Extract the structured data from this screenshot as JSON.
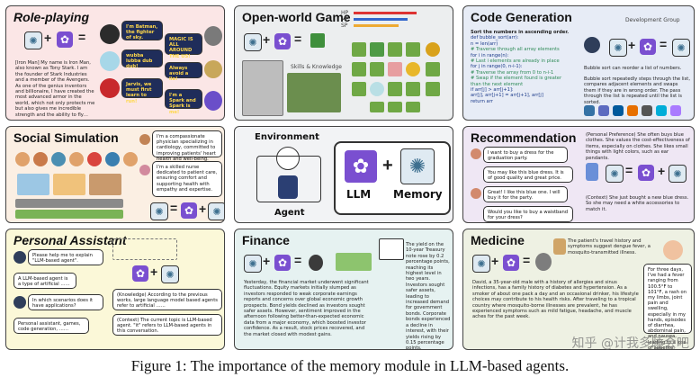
{
  "panels": {
    "roleplaying": {
      "title": "Role-playing",
      "intro": "[Iron Man] My name is Iron Man, also known as Tony Stark. I am the founder of Stark Industries and a member of the Avengers. As one of the genius inventors and billionaire, I have created the most advanced armor in the world, which not only protects me but also gives me incredible strength and the ability to fly…",
      "b1": "I'm Batman, the fighter of sky.",
      "b2": "wubba lubba dub dub!",
      "b3": "Jarvis, we must first learn to run!",
      "b4": "MAGIC IS ALL AROUND THE US!",
      "b5": "Always avoid a lie!",
      "b6": "I'm a Spark and Spark is me!"
    },
    "openworld": {
      "title": "Open-world Game",
      "stats": [
        "HP",
        "MP",
        "SP"
      ],
      "skills": "Skills & Knowledge"
    },
    "codegen": {
      "title": "Code Generation",
      "group": "Development Group",
      "code_lines": [
        "def bubble_sort(arr):",
        "  n = len(arr)",
        "  # Traverse through all array elements",
        "  for i in range(n):",
        "    # Last i elements are already in place",
        "    for j in range(0, n-i-1):",
        "      # Traverse the array from 0 to n-i-1",
        "      # Swap if the element found is greater",
        "      than the next element",
        "      if arr[j] > arr[j+1]:",
        "        arr[j], arr[j+1] = arr[j+1], arr[j]",
        "  return arr"
      ],
      "prompt": "Sort the numbers in ascending order.",
      "note1": "Bubble sort can reorder a list of numbers.",
      "note2": "Bubble sort repeatedly steps through the list, compares adjacent elements and swaps them if they are in wrong order. The pass through the list is repeated until the list is sorted."
    },
    "social": {
      "title": "Social Simulation",
      "b1": "I'm a compassionate physician specializing in cardiology, committed to improving patients' heart health and well-being.",
      "b2": "I'm a skilled nurse dedicated to patient care, ensuring comfort and supporting health with empathy and expertise."
    },
    "center": {
      "environment": "Environment",
      "agent": "Agent",
      "llm": "LLM",
      "memory": "Memory"
    },
    "recommendation": {
      "title": "Recommendation",
      "pref": "(Personal Preference) She often buys blue clothes. She values the cost-effectiveness of items, especially on clothes. She likes small things with light colors, such as ear pendants.",
      "u1": "I want to buy a dress for the graduation party.",
      "a1": "You may like this blue dress. It is of good quality and great price.",
      "u2": "Great! I like this blue one. I will buy it for the party.",
      "a2": "Would you like to buy a waistband for your dress?",
      "ctx": "(Context) She just bought a new blue dress. So she may need a white accessories to match it."
    },
    "assistant": {
      "title": "Personal Assistant",
      "q1": "Please help me to explain \"LLM-based agent\".",
      "a1": "A LLM-based agent is a type of artificial ……",
      "q2": "In which scenarios does it have applications?",
      "a2": "Personal assistant, games, code generation, ……",
      "k": "(Knowledge) According to the previous works, large language model based agents refer to artificial ……",
      "c": "(Context) The current topic is LLM-based agent. \"it\" refers to LLM-based agents in this conversation."
    },
    "finance": {
      "title": "Finance",
      "body": "Yesterday, the financial market underwent significant fluctuations. Equity markets initially slumped as investors responded to weak corporate earnings reports and concerns over global economic growth prospects. Bond yields declined as investors sought safer assets. However, sentiment improved in the afternoon following better-than-expected economic data from a major economy, which boosted investor confidence. As a result, stock prices recovered, and the market closed with modest gains.",
      "side": "The yield on the 10-year Treasury note rose by 0.2 percentage points, reaching its highest level in two years. Investors sought safer assets, leading to increased demand for government bonds. Corporate bonds experienced a decline in interest, with their yields rising by 0.15 percentage points."
    },
    "medicine": {
      "title": "Medicine",
      "history": "The patient's travel history and symptoms suggest dengue fever, a mosquito-transmitted illness.",
      "body": "David, a 35-year-old male with a history of allergies and sinus infections, has a family history of diabetes and hypertension. As a smoker of about one pack a day and an occasional drinker, his lifestyle choices may contribute to his health risks. After traveling to a tropical country where mosquito-borne illnesses are prevalent, he has experienced symptoms such as mild fatigue, headache, and muscle aches for the past week.",
      "patient": "For three days, I've had a fever ranging from 100.5°F to 101°F, a rash on my limbs, joint pain and swelling, especially in my hands, episodes of diarrhea, abdominal pain, and nausea, leading to a loss of appetite."
    },
    "watermark": "知乎 @计我多睡会吧"
  },
  "caption": "Figure 1: The importance of the memory module in LLM-based agents.",
  "colors": {
    "roleplaying_bg": "#fbe6e6",
    "openworld_bg": "#eceeef",
    "codegen_bg": "#e7ecf6",
    "social_bg": "#fbefe3",
    "center_bg": "#f2f3f5",
    "recommend_bg": "#efe7f4",
    "assistant_bg": "#fbf8d8",
    "finance_bg": "#e6f2f1",
    "medicine_bg": "#eef1e3",
    "gpt_purple": "#7a4fd0"
  }
}
